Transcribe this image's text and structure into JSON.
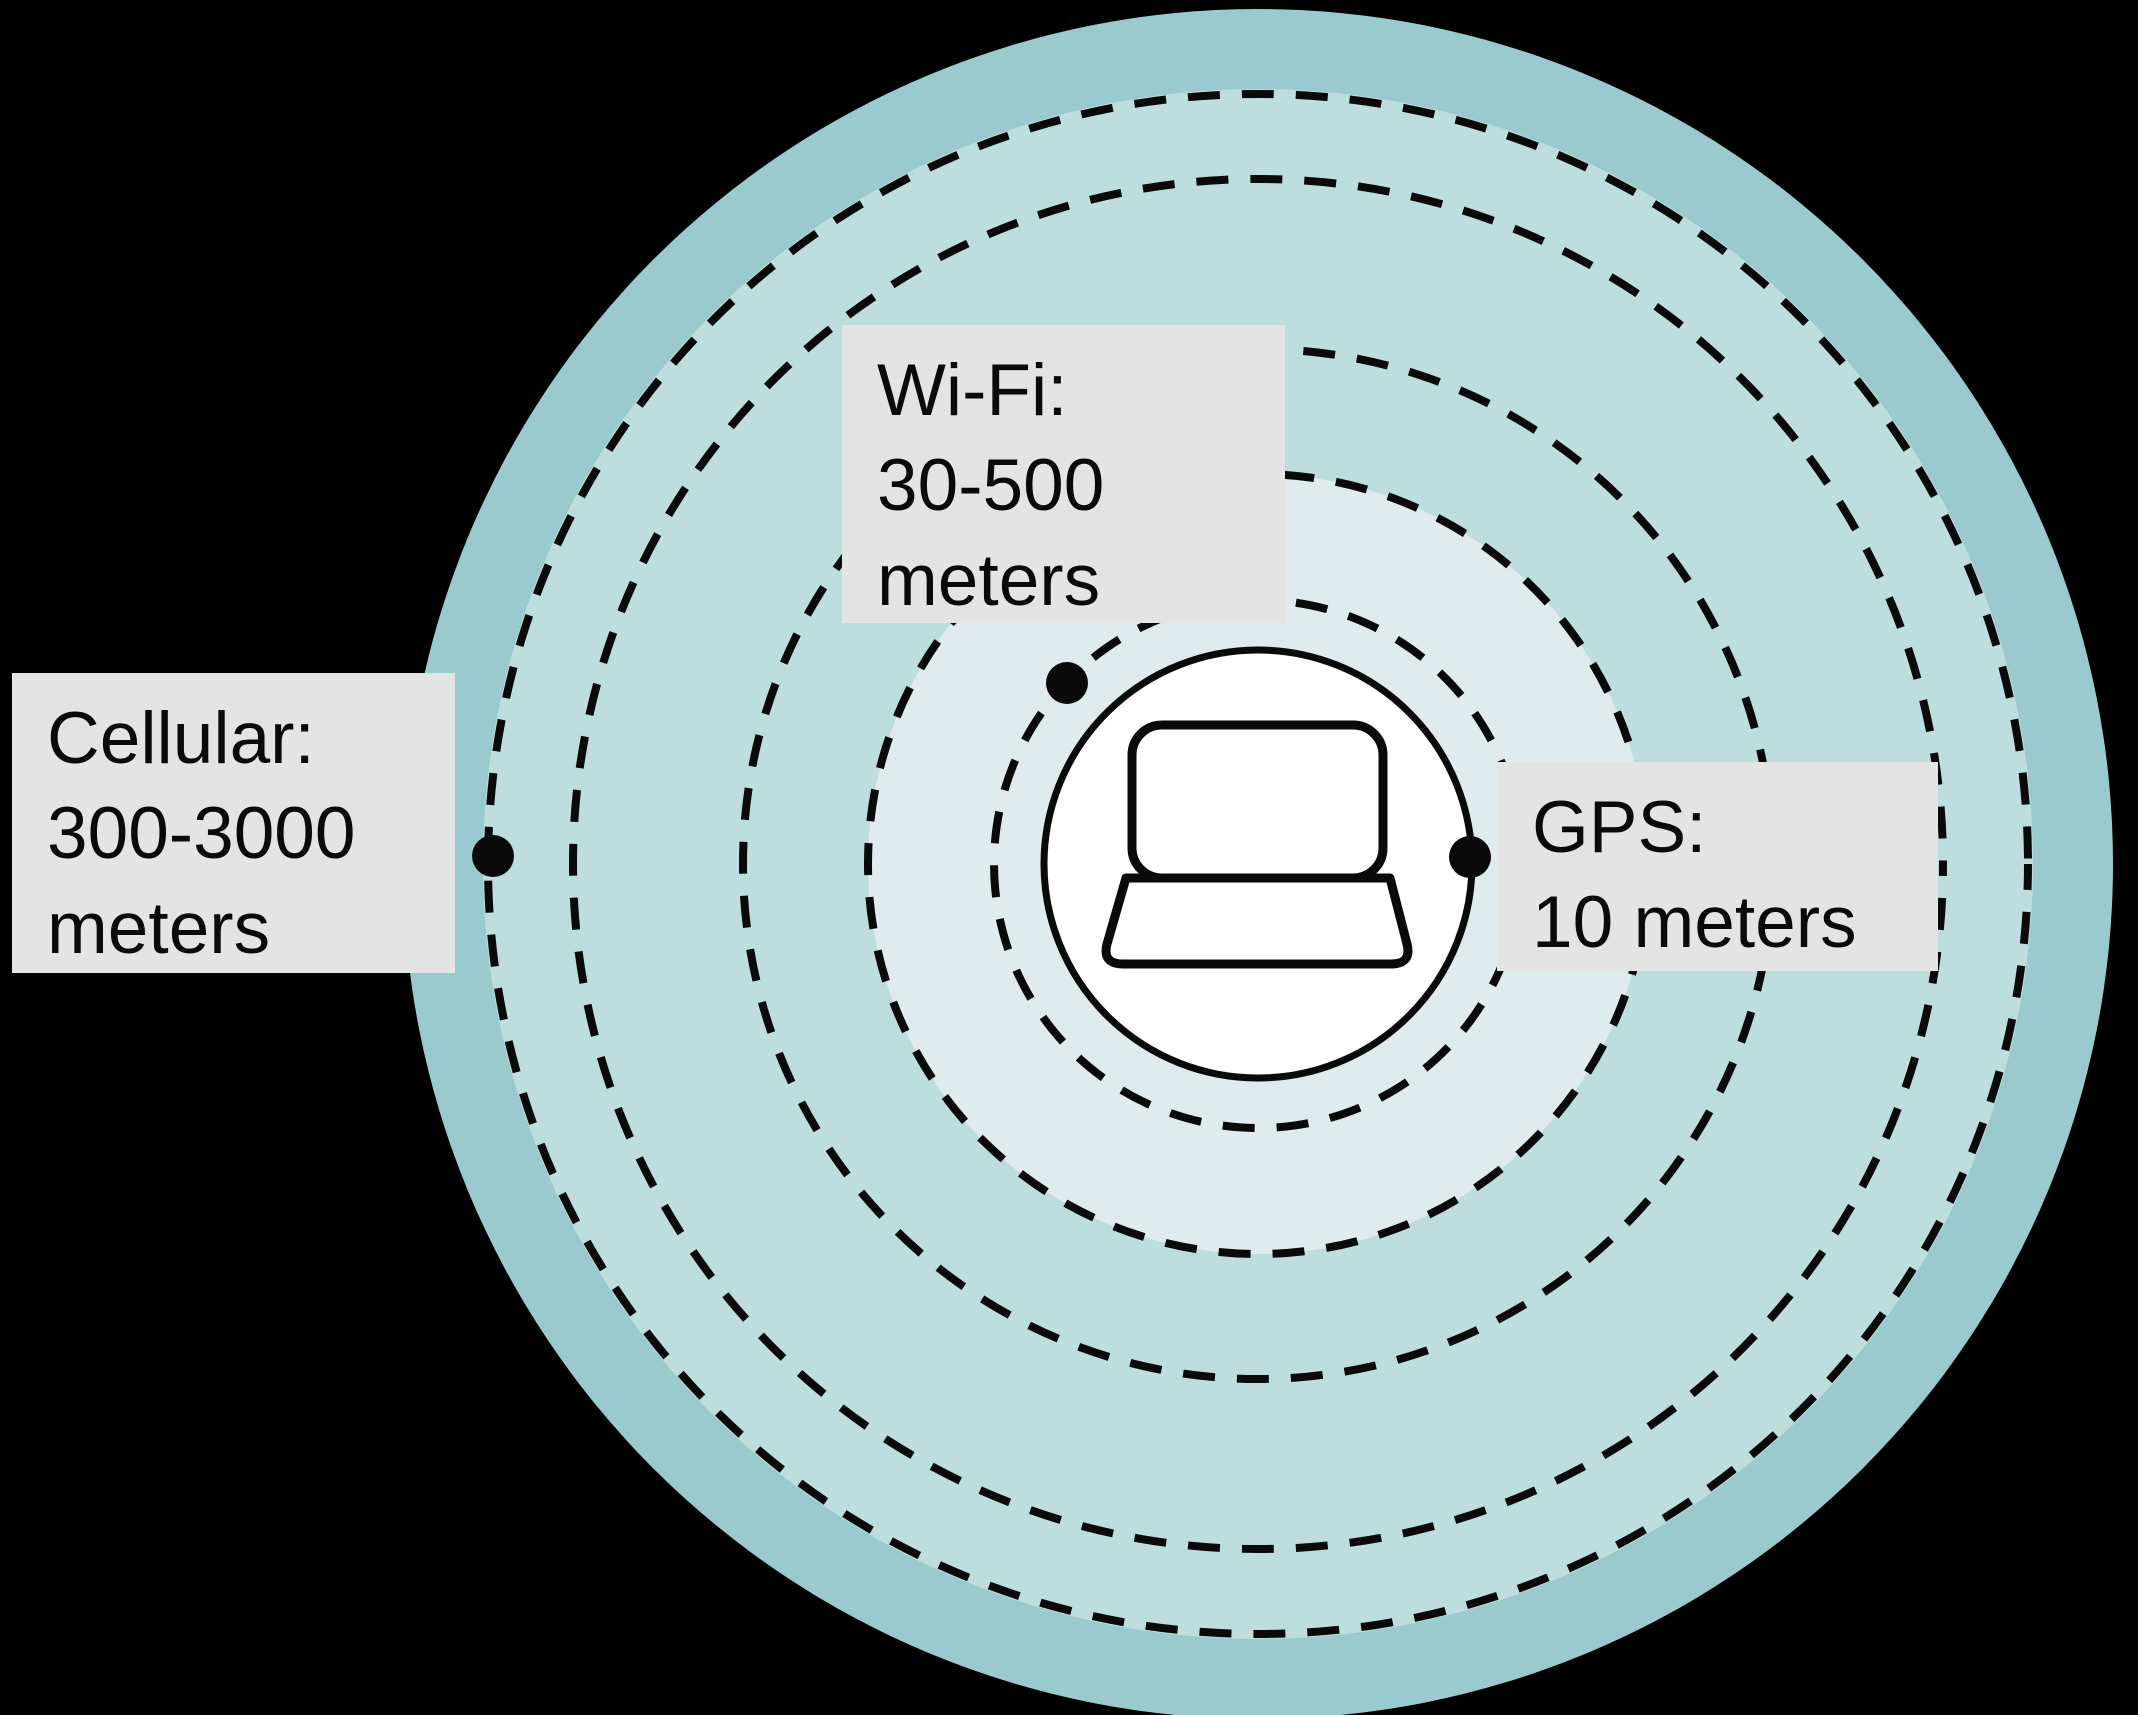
{
  "diagram": {
    "description": "Location technology accuracy ranges around a laptop",
    "labels": [
      {
        "id": "cellular",
        "lines": [
          "Cellular:",
          "300-3000",
          "meters"
        ]
      },
      {
        "id": "wifi",
        "lines": [
          "Wi-Fi:",
          "30-500",
          "meters"
        ]
      },
      {
        "id": "gps",
        "lines": [
          "GPS:",
          "10 meters"
        ]
      }
    ],
    "colors": {
      "background": "#000000",
      "outer_ring": "#9acacd",
      "mid_ring": "#bedddd",
      "inner_ring": "#e0ebee",
      "center_circle": "#ffffff",
      "dashed_line": "#0a0a0a",
      "dot": "#0a0a0a",
      "label_background": "#e4e4e4",
      "label_text": "#0a0a0a"
    }
  }
}
